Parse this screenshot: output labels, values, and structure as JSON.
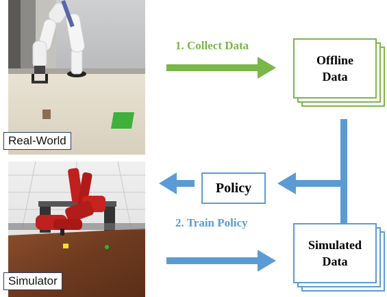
{
  "images": {
    "real_world_caption": "Real-World",
    "simulator_caption": "Simulator"
  },
  "steps": {
    "collect": "1. Collect Data",
    "train": "2. Train Policy"
  },
  "boxes": {
    "offline_line1": "Offline",
    "offline_line2": "Data",
    "policy": "Policy",
    "simulated_line1": "Simulated",
    "simulated_line2": "Data"
  },
  "colors": {
    "green": "#7ab648",
    "blue": "#5b9bd5"
  }
}
